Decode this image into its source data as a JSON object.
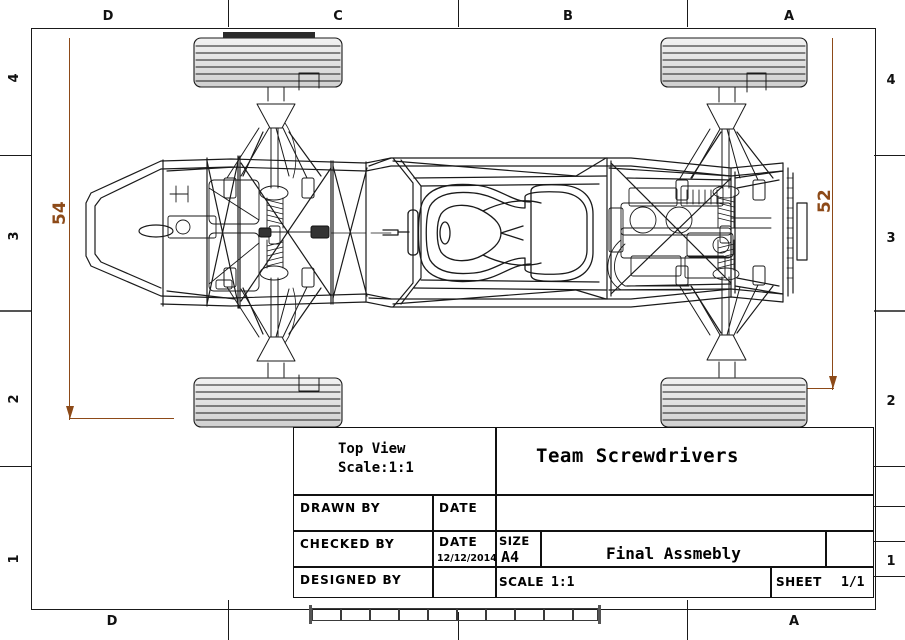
{
  "sheet": {
    "size": "A4",
    "zones_top": [
      "D",
      "C",
      "B",
      "A"
    ],
    "zones_bottom": [
      "D",
      "A"
    ],
    "zones_left": [
      "4",
      "3",
      "2",
      "1"
    ],
    "zones_right": [
      "4",
      "3",
      "2",
      "1"
    ]
  },
  "drawing": {
    "subject": "formula-style chassis top view",
    "view_label": "Top View",
    "view_scale": "Scale:1:1"
  },
  "dimensions": {
    "left": {
      "value": "54",
      "color": "#8d4a18"
    },
    "right": {
      "value": "52",
      "color": "#8d4a18"
    }
  },
  "title_block": {
    "view_name": "Top View",
    "view_scale": "Scale:1:1",
    "team": "Team Screwdrivers",
    "drawn_by_label": "DRAWN BY",
    "drawn_by_value": "",
    "drawn_date_label": "DATE",
    "drawn_date_value": "",
    "checked_by_label": "CHECKED BY",
    "checked_by_value": "",
    "checked_date_label": "DATE",
    "checked_date_value": "12/12/2014",
    "designed_by_label": "DESIGNED BY",
    "designed_by_value": "",
    "size_label": "SIZE",
    "size_value": "A4",
    "title": "Final Assmebly",
    "scale_label": "SCALE",
    "scale_value": "1:1",
    "sheet_label": "SHEET",
    "sheet_value": "1/1"
  },
  "colors": {
    "ink": "#1a1a1a",
    "dimension": "#8d4a18",
    "paper": "#ffffff",
    "shade": "#d8d8d8"
  }
}
